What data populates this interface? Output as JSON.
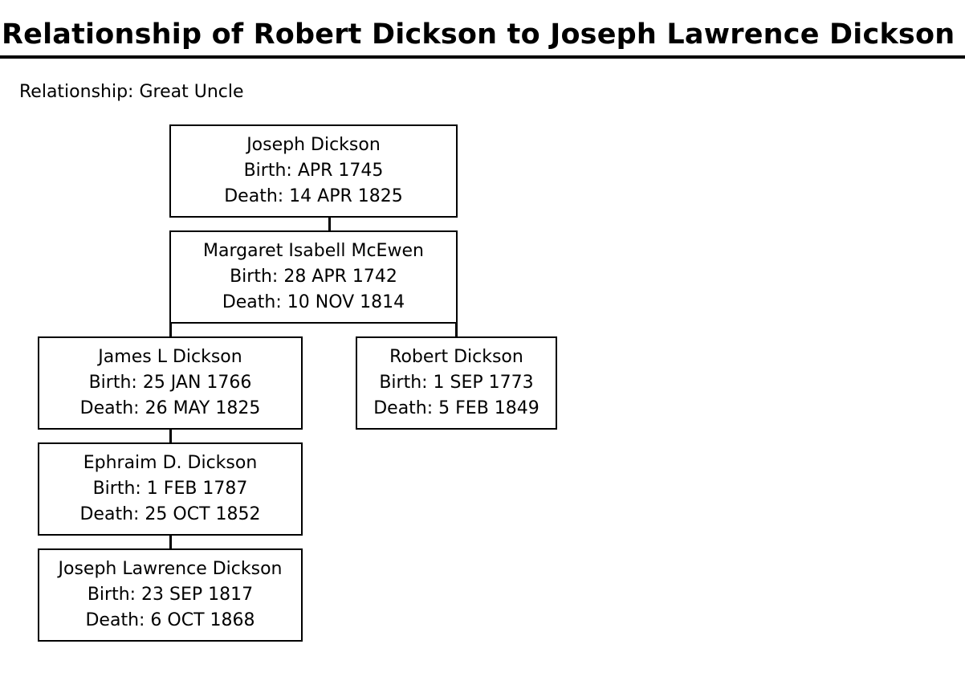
{
  "page": {
    "title": "Relationship of Robert Dickson to Joseph Lawrence Dickson",
    "relationship_label": "Relationship:",
    "relationship_value": "Great Uncle"
  },
  "people": {
    "joseph_dickson": {
      "name": "Joseph Dickson",
      "birth": "Birth: APR 1745",
      "death": "Death: 14 APR 1825"
    },
    "margaret_mcewen": {
      "name": "Margaret Isabell McEwen",
      "birth": "Birth: 28 APR 1742",
      "death": "Death: 10 NOV 1814"
    },
    "james_dickson": {
      "name": "James L Dickson",
      "birth": "Birth: 25 JAN 1766",
      "death": "Death: 26 MAY 1825"
    },
    "robert_dickson": {
      "name": "Robert Dickson",
      "birth": "Birth: 1 SEP 1773",
      "death": "Death: 5 FEB 1849"
    },
    "ephraim_dickson": {
      "name": "Ephraim D. Dickson",
      "birth": "Birth: 1 FEB 1787",
      "death": "Death: 25 OCT 1852"
    },
    "joseph_lawrence_dickson": {
      "name": "Joseph Lawrence Dickson",
      "birth": "Birth: 23 SEP 1817",
      "death": "Death: 6 OCT 1868"
    }
  }
}
